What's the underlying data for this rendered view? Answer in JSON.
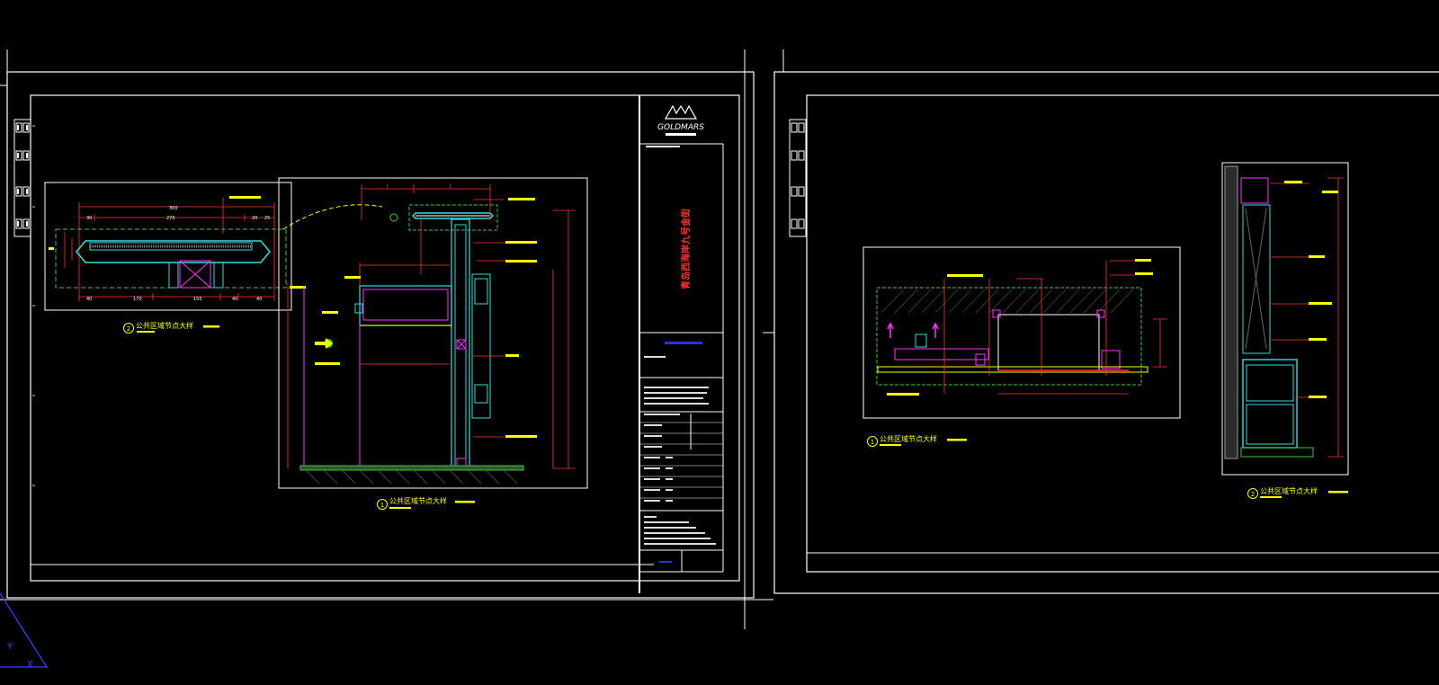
{
  "viewport": {
    "background": "#000000",
    "colors": {
      "frame": "#ffffff",
      "dimension": "#ff3333",
      "cyan": "#33dddd",
      "magenta": "#ff33ff",
      "green": "#33cc33",
      "yellow": "#ffff00",
      "blue": "#2233ff",
      "grey": "#cfcfcf"
    }
  },
  "sheet_left": {
    "title_block": {
      "logo_text": "GOLDMARS",
      "project_name": "青岛西海岸九号金街"
    },
    "detail_1": {
      "marker": "1",
      "title": "公共区域节点大样"
    },
    "detail_2": {
      "marker": "2",
      "title": "公共区域节点大样"
    },
    "dims_top": [
      "300",
      "30",
      "270",
      "20",
      "25"
    ],
    "dims_bottom": [
      "40",
      "170",
      "150",
      "40",
      "40"
    ]
  },
  "sheet_right": {
    "detail_1": {
      "marker": "1",
      "title": "公共区域节点大样"
    },
    "detail_2": {
      "marker": "2",
      "title": "公共区域节点大样"
    }
  },
  "ucs_icon": {
    "name": "ucs-icon",
    "axes": [
      "X",
      "Y"
    ]
  }
}
